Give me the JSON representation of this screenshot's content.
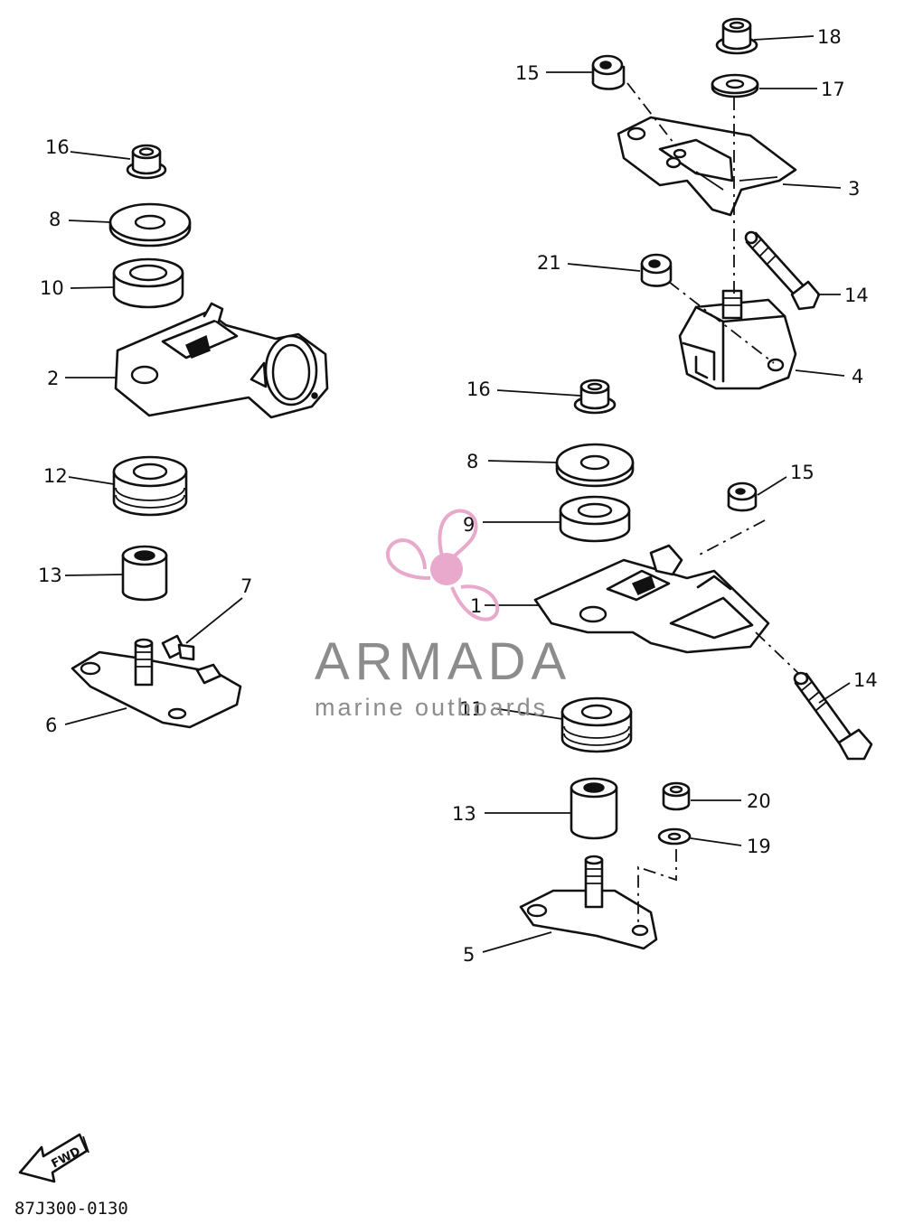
{
  "callouts": [
    {
      "id": "c16a",
      "label": "16"
    },
    {
      "id": "c8a",
      "label": "8"
    },
    {
      "id": "c10",
      "label": "10"
    },
    {
      "id": "c2",
      "label": "2"
    },
    {
      "id": "c12",
      "label": "12"
    },
    {
      "id": "c13a",
      "label": "13"
    },
    {
      "id": "c7",
      "label": "7"
    },
    {
      "id": "c6",
      "label": "6"
    },
    {
      "id": "c15a",
      "label": "15"
    },
    {
      "id": "c18",
      "label": "18"
    },
    {
      "id": "c17",
      "label": "17"
    },
    {
      "id": "c3",
      "label": "3"
    },
    {
      "id": "c21",
      "label": "21"
    },
    {
      "id": "c14a",
      "label": "14"
    },
    {
      "id": "c4",
      "label": "4"
    },
    {
      "id": "c16b",
      "label": "16"
    },
    {
      "id": "c8b",
      "label": "8"
    },
    {
      "id": "c15b",
      "label": "15"
    },
    {
      "id": "c9",
      "label": "9"
    },
    {
      "id": "c1",
      "label": "1"
    },
    {
      "id": "c14b",
      "label": "14"
    },
    {
      "id": "c11",
      "label": "11"
    },
    {
      "id": "c13b",
      "label": "13"
    },
    {
      "id": "c20",
      "label": "20"
    },
    {
      "id": "c19",
      "label": "19"
    },
    {
      "id": "c5",
      "label": "5"
    }
  ],
  "fwd_label": "FWD",
  "diagram_code": "87J300-0130",
  "watermark": {
    "title": "ARMADA",
    "subtitle": "marine outboards",
    "logo_color": "#e8a9cc",
    "text_color": "#8c8c8c"
  }
}
